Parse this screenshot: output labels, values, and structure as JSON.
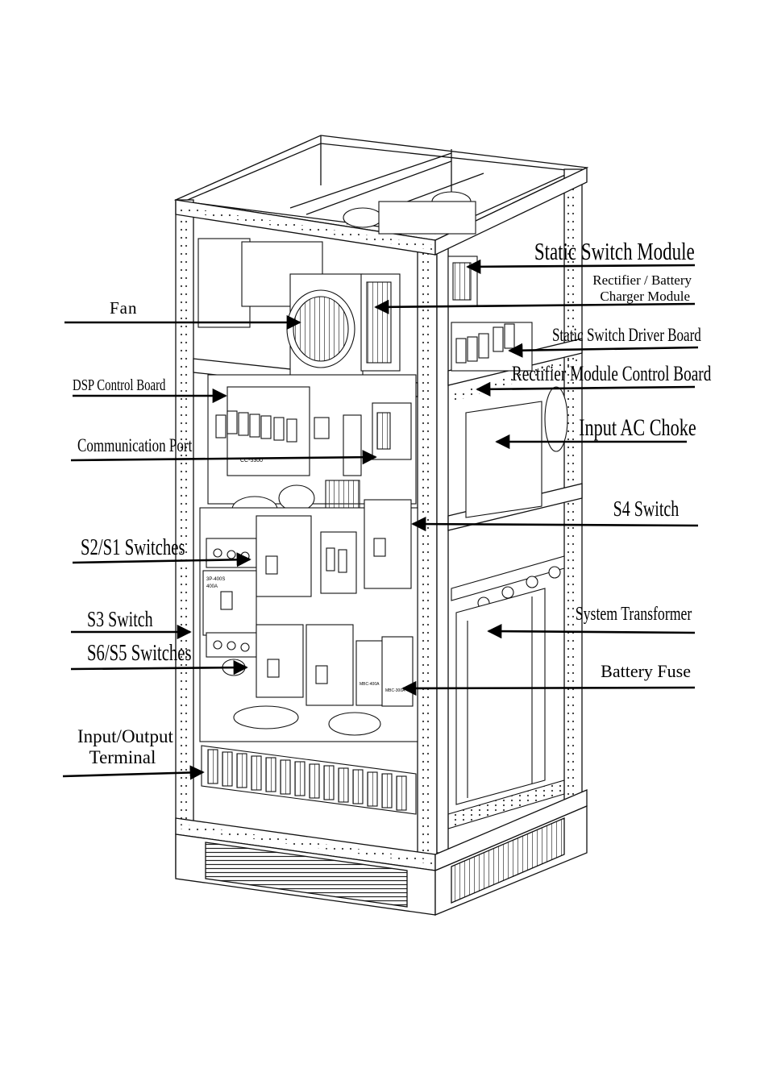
{
  "diagram": {
    "labels": {
      "fan": "Fan",
      "dsp_control_board": "DSP Control Board",
      "communication_port": "Communication Port",
      "s2_s1_switches": "S2/S1 Switches",
      "s3_switch": "S3 Switch",
      "s6_s5_switches": "S6/S5 Switches",
      "input_output_terminal_line1": "Input/Output",
      "input_output_terminal_line2": "Terminal",
      "static_switch_module": "Static Switch Module",
      "rectifier_battery_charger_line1": "Rectifier / Battery",
      "rectifier_battery_charger_line2": "Charger Module",
      "static_switch_driver_board": "Static Switch Driver Board",
      "rectifier_module_control_board": "Rectifier Module Control Board",
      "input_ac_choke": "Input AC Choke",
      "s4_switch": "S4 Switch",
      "system_transformer": "System Transformer",
      "battery_fuse": "Battery Fuse"
    },
    "part_marks": {
      "board_code": "CC-5300",
      "breaker_1": "3P-400S",
      "breaker_1_rating": "400A",
      "fuse_1": "MBC-400A",
      "fuse_2": "MBC-300A"
    }
  }
}
